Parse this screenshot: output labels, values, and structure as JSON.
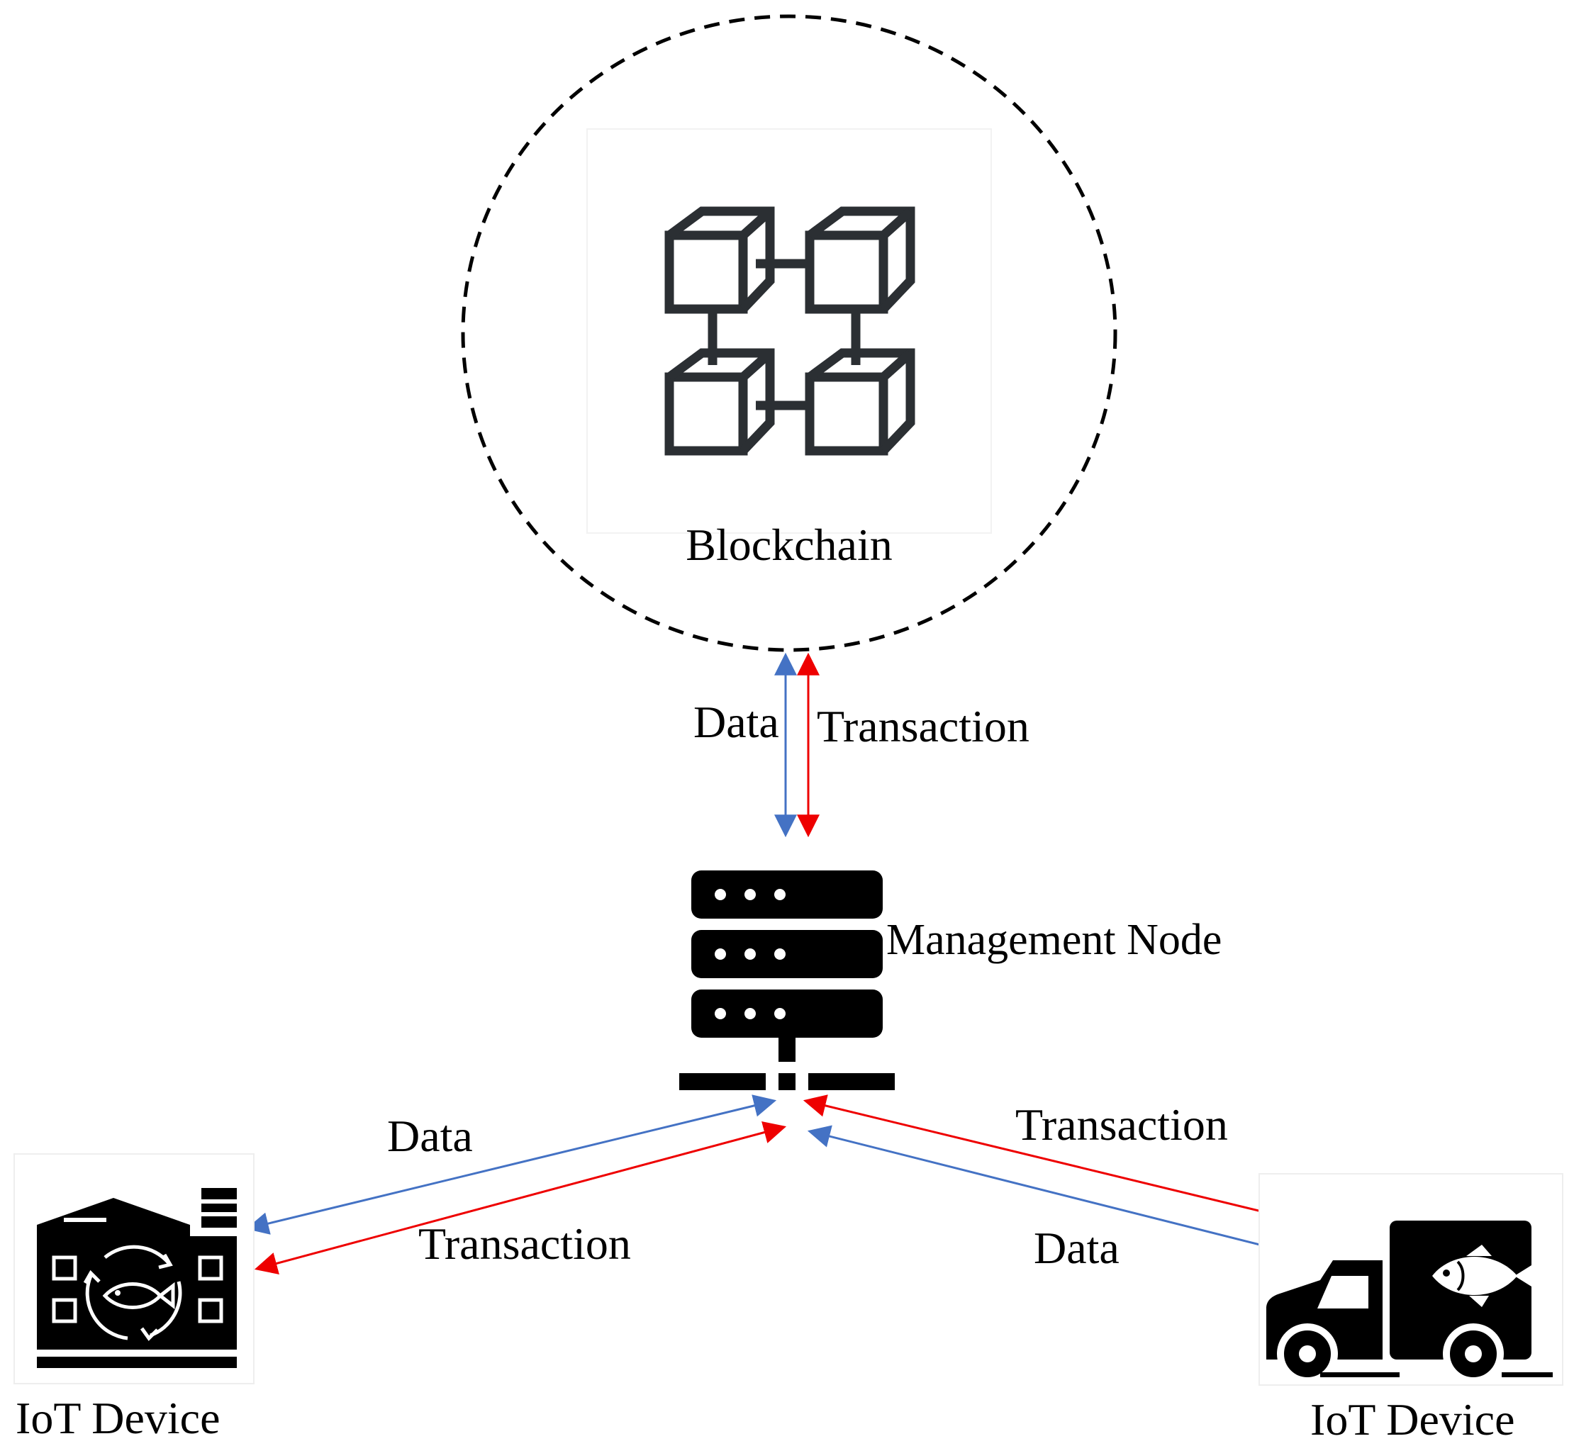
{
  "colors": {
    "data_arrow": "#4472c4",
    "transaction_arrow": "#ee0000",
    "ink": "#000000",
    "icon_dark": "#2b2f33"
  },
  "blockchain": {
    "label": "Blockchain",
    "icon": "blockchain-cubes-icon"
  },
  "management_node": {
    "label": "Management Node",
    "icon": "server-rack-icon"
  },
  "devices": {
    "left": {
      "label": "IoT Device",
      "icon": "fish-factory-icon"
    },
    "right": {
      "label": "IoT Device",
      "icon": "fish-delivery-truck-icon"
    }
  },
  "links": {
    "top": {
      "data": "Data",
      "transaction": "Transaction"
    },
    "left": {
      "data": "Data",
      "transaction": "Transaction"
    },
    "right": {
      "data": "Data",
      "transaction": "Transaction"
    }
  }
}
